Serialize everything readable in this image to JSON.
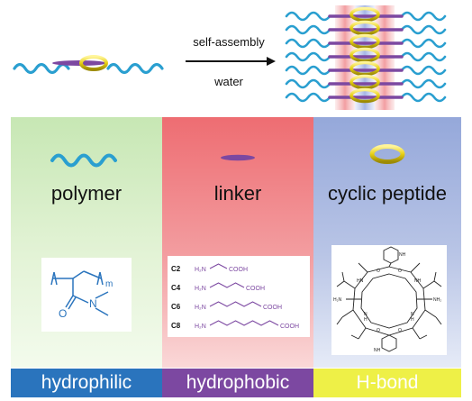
{
  "top": {
    "arrow_above": "self-assembly",
    "arrow_below": "water"
  },
  "panels": [
    {
      "title": "polymer",
      "category": "hydrophilic",
      "icon": "polymer-chain-icon"
    },
    {
      "title": "linker",
      "category": "hydrophobic",
      "icon": "linker-ellipse-icon"
    },
    {
      "title": "cyclic peptide",
      "category": "H-bond",
      "icon": "peptide-ring-icon"
    }
  ],
  "polymer_structure": {
    "repeat_subscript": "m",
    "atom_o": "O",
    "atom_n": "N"
  },
  "linkers": [
    {
      "code": "C2",
      "amine": "H₂N",
      "acid": "COOH"
    },
    {
      "code": "C4",
      "amine": "H₂N",
      "acid": "COOH"
    },
    {
      "code": "C6",
      "amine": "H₂N",
      "acid": "COOH"
    },
    {
      "code": "C8",
      "amine": "H₂N",
      "acid": "COOH"
    }
  ],
  "peptide_structure": {
    "ammonium_left": "H₂N",
    "ammonium_right": "NH₂",
    "ammonium_top": "NH",
    "ammonium_bottom": "NH",
    "atom_o": "O",
    "atom_nh": "NH",
    "atom_hn": "HN",
    "atom_n": "N",
    "atom_h": "H"
  },
  "colors": {
    "polymer": "#2a9fd0",
    "linker": "#7c48a1",
    "ring": "#e7d21c",
    "hydrophilic": "#2a74bd",
    "hydrophobic": "#7c48a1",
    "hbond": "#eef047"
  }
}
